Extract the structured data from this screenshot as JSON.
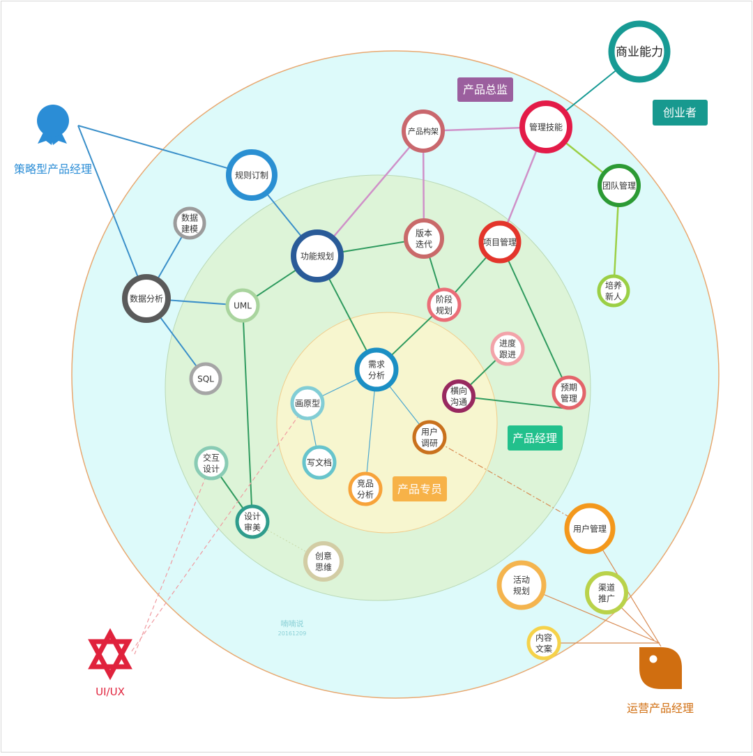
{
  "levels": [
    {
      "id": "director",
      "label": "产品总监",
      "color": "#9b5f9e"
    },
    {
      "id": "founder",
      "label": "创业者",
      "color": "#17998f"
    },
    {
      "id": "pm",
      "label": "产品经理",
      "color": "#22c08c"
    },
    {
      "id": "specialist",
      "label": "产品专员",
      "color": "#f7b248"
    }
  ],
  "roles": [
    {
      "id": "strategy",
      "label": "策略型产品经理",
      "color": "#2b8dd6",
      "icon": "award-ribbon-icon"
    },
    {
      "id": "uiux",
      "label": "UI/UX",
      "color": "#e0223c",
      "icon": "hexagram-star-icon"
    },
    {
      "id": "ops",
      "label": "运营产品经理",
      "color": "#d06e10",
      "icon": "leaf-drop-icon"
    }
  ],
  "nodes": [
    {
      "id": "biz",
      "lines": [
        "商业能力"
      ],
      "color": "#179a94"
    },
    {
      "id": "mgmt",
      "lines": [
        "管理技能"
      ],
      "color": "#e31b48"
    },
    {
      "id": "arch",
      "lines": [
        "产品构架"
      ],
      "color": "#c9676d"
    },
    {
      "id": "team",
      "lines": [
        "团队管理"
      ],
      "color": "#2c9a34"
    },
    {
      "id": "train",
      "lines": [
        "培养",
        "新人"
      ],
      "color": "#9bcf45"
    },
    {
      "id": "rules",
      "lines": [
        "规则订制"
      ],
      "color": "#2a8fd2"
    },
    {
      "id": "model",
      "lines": [
        "数据",
        "建模"
      ],
      "color": "#9b9b9b"
    },
    {
      "id": "data",
      "lines": [
        "数据分析"
      ],
      "color": "#5a5a5a"
    },
    {
      "id": "func",
      "lines": [
        "功能规划"
      ],
      "color": "#2a5b98"
    },
    {
      "id": "ver",
      "lines": [
        "版本",
        "迭代"
      ],
      "color": "#c96a6a"
    },
    {
      "id": "proj",
      "lines": [
        "项目管理"
      ],
      "color": "#e3352b"
    },
    {
      "id": "uml",
      "lines": [
        "UML"
      ],
      "color": "#a9d49e"
    },
    {
      "id": "stage",
      "lines": [
        "阶段",
        "规划"
      ],
      "color": "#ea6d77"
    },
    {
      "id": "sql",
      "lines": [
        "SQL"
      ],
      "color": "#a5a5a5"
    },
    {
      "id": "req",
      "lines": [
        "需求",
        "分析"
      ],
      "color": "#1b8fc4"
    },
    {
      "id": "track",
      "lines": [
        "进度",
        "跟进"
      ],
      "color": "#f2a3a9"
    },
    {
      "id": "lat",
      "lines": [
        "横向",
        "沟通"
      ],
      "color": "#98295f"
    },
    {
      "id": "expect",
      "lines": [
        "预期",
        "管理"
      ],
      "color": "#e3646a"
    },
    {
      "id": "proto",
      "lines": [
        "画原型"
      ],
      "color": "#82cdd5"
    },
    {
      "id": "research",
      "lines": [
        "用户",
        "调研"
      ],
      "color": "#c9711d"
    },
    {
      "id": "doc",
      "lines": [
        "写文档"
      ],
      "color": "#67c4cc"
    },
    {
      "id": "inter",
      "lines": [
        "交互",
        "设计"
      ],
      "color": "#89cbb4"
    },
    {
      "id": "compete",
      "lines": [
        "竞品",
        "分析"
      ],
      "color": "#f7a33a"
    },
    {
      "id": "design",
      "lines": [
        "设计",
        "审美"
      ],
      "color": "#2f9c8c"
    },
    {
      "id": "creative",
      "lines": [
        "创意",
        "思维"
      ],
      "color": "#d2cca4"
    },
    {
      "id": "user",
      "lines": [
        "用户管理"
      ],
      "color": "#f3981c"
    },
    {
      "id": "event",
      "lines": [
        "活动",
        "规划"
      ],
      "color": "#f4b44e"
    },
    {
      "id": "channel",
      "lines": [
        "渠道",
        "推广"
      ],
      "color": "#b9d24a"
    },
    {
      "id": "content",
      "lines": [
        "内容",
        "文案"
      ],
      "color": "#f5d24a"
    }
  ],
  "watermark": {
    "line1": "喃喃说",
    "line2": "20161209"
  }
}
